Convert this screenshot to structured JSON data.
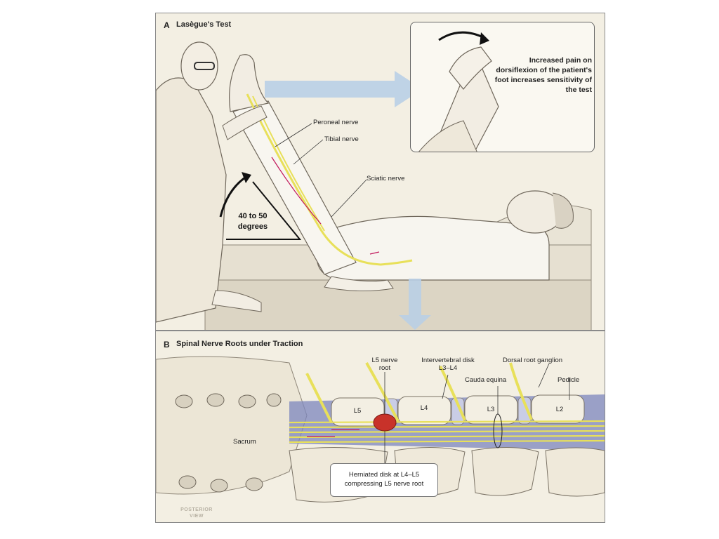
{
  "panel_a": {
    "letter": "A",
    "title": "Lasègue's Test",
    "inset_text": "Increased pain on dorsiflexion of the patient's foot increases sensitivity of the test",
    "labels": {
      "peroneal": "Peroneal nerve",
      "tibial": "Tibial nerve",
      "sciatic": "Sciatic nerve"
    },
    "angle_text": "40 to 50 degrees"
  },
  "panel_b": {
    "letter": "B",
    "title": "Spinal Nerve Roots under Traction",
    "labels": {
      "l5_root": "L5 nerve root",
      "disk": "Intervertebral disk L3–L4",
      "ganglion": "Dorsal root ganglion",
      "cauda": "Cauda equina",
      "pedicle": "Pedicle",
      "sacrum": "Sacrum"
    },
    "vertebrae": [
      "L5",
      "L4",
      "L3",
      "L2"
    ],
    "callout": "Herniated disk at L4–L5\ncompressing L5 nerve root",
    "watermark": "POSTERIOR\nVIEW"
  },
  "colors": {
    "nerve": "#e8e05a",
    "arrow": "#b9cfe6",
    "disk": "#7c86bd",
    "herniation": "#c8322a",
    "traction_arrow": "#c2185b"
  }
}
